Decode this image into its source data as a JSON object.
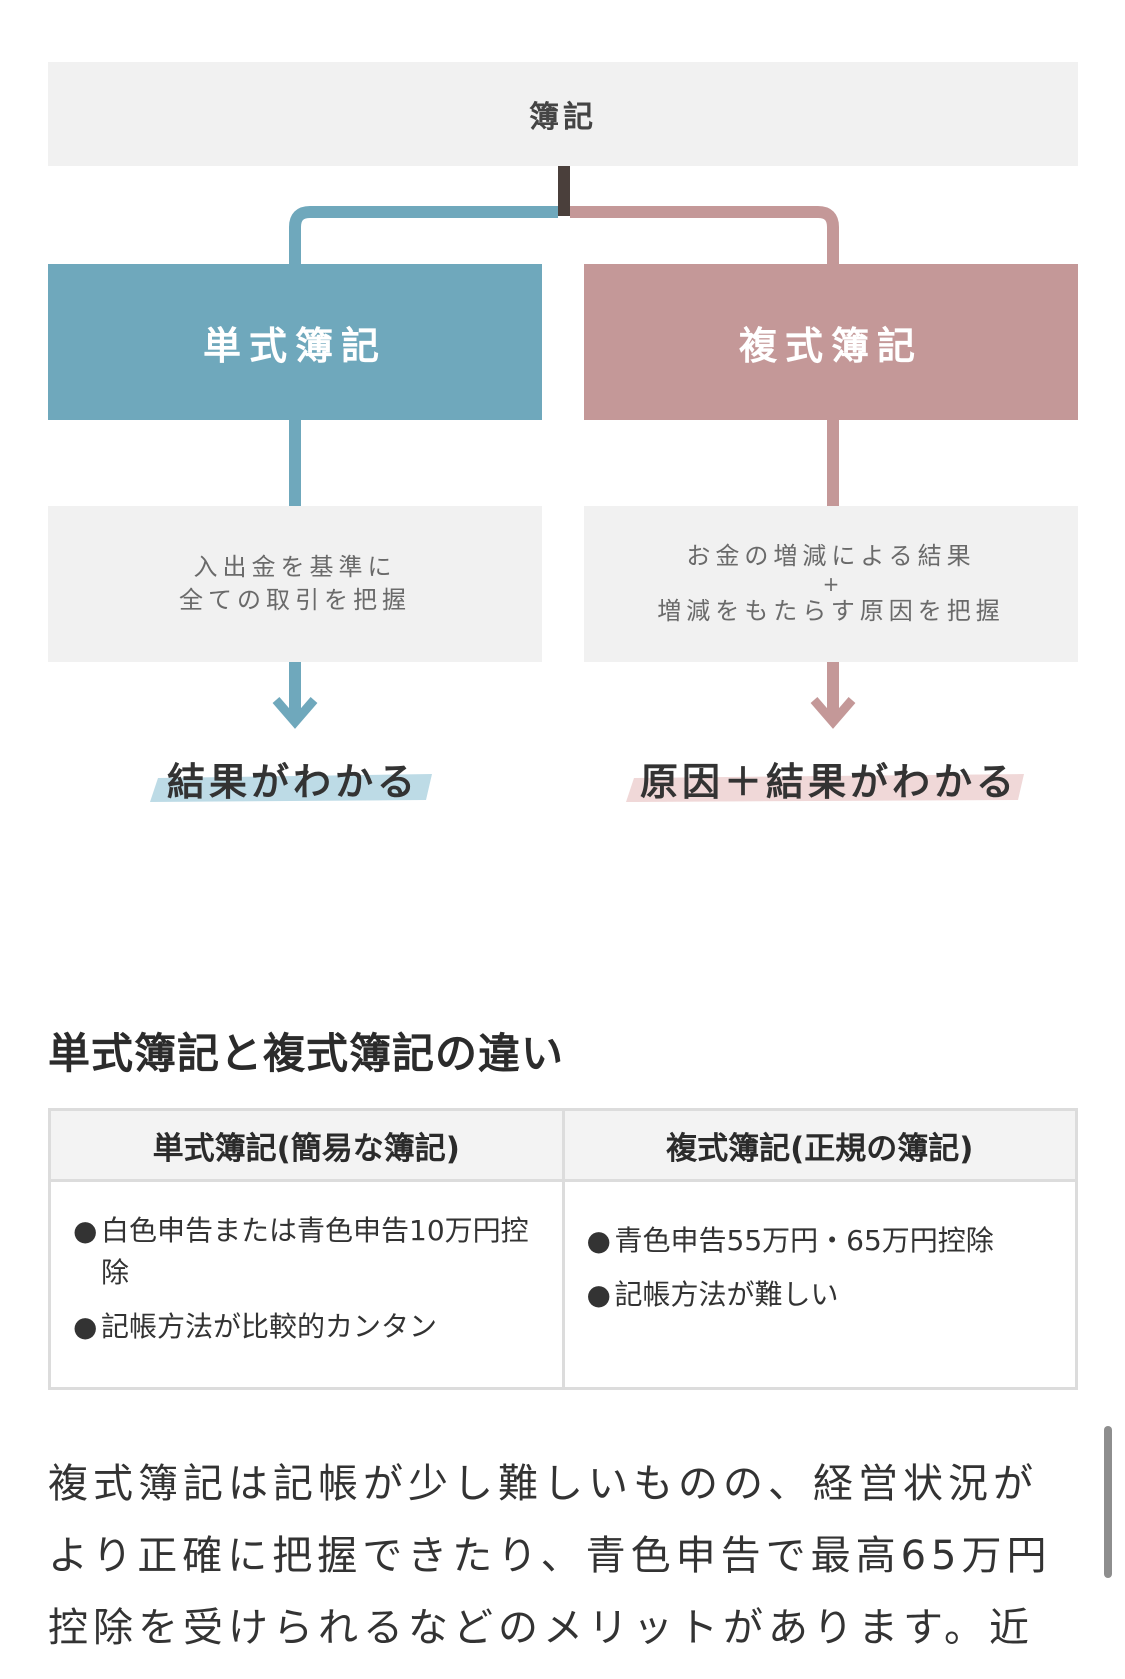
{
  "diagram": {
    "root": "簿記",
    "left": {
      "title": "単式簿記",
      "description_lines": [
        "入出金を基準に",
        "全ての取引を把握"
      ],
      "result": "結果がわかる",
      "color": "#6fa8bc",
      "highlight": "#bddbe6"
    },
    "right": {
      "title": "複式簿記",
      "description_lines": [
        "お金の増減による結果",
        "+",
        "増減をもたらす原因を把握"
      ],
      "result": "原因＋結果がわかる",
      "color": "#c49898",
      "highlight": "#f0d8d8"
    },
    "connector_color": "#4a3f3b"
  },
  "section": {
    "title": "単式簿記と複式簿記の違い",
    "table": {
      "headers": [
        "単式簿記(簡易な簿記)",
        "複式簿記(正規の簿記)"
      ],
      "left_items": [
        "白色申告または青色申告10万円控除",
        "記帳方法が比較的カンタン"
      ],
      "right_items": [
        "青色申告55万円・65万円控除",
        "記帳方法が難しい"
      ]
    },
    "body": "複式簿記は記帳が少し難しいものの、経営状況がより正確に把握できたり、青色申告で最高65万円控除を受けられるなどのメリットがあります。近"
  }
}
